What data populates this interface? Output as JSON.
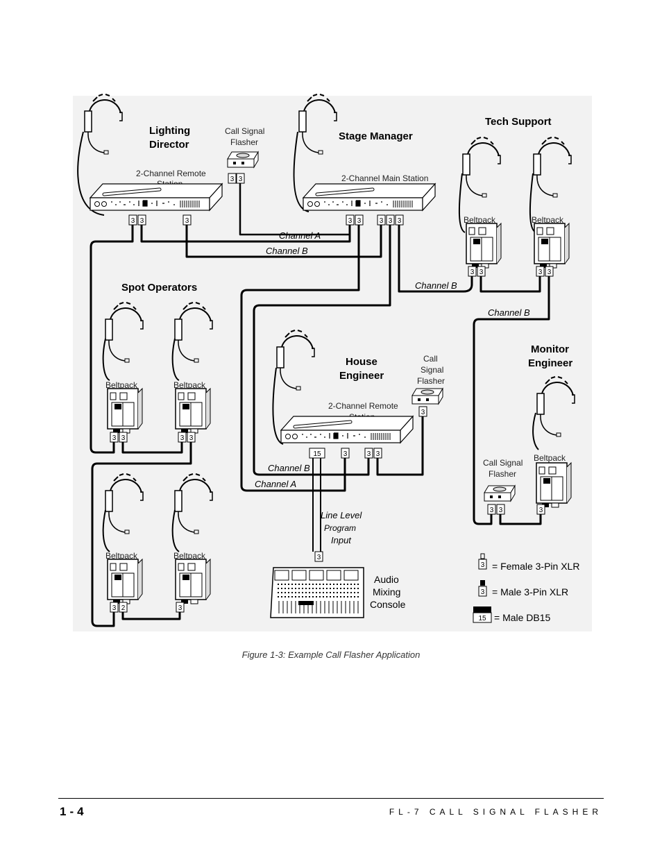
{
  "figure": {
    "labels": {
      "lighting_director": [
        "Lighting",
        "Director"
      ],
      "stage_manager": "Stage Manager",
      "tech_support": "Tech Support",
      "spot_operators": "Spot Operators",
      "house_engineer": [
        "House",
        "Engineer"
      ],
      "monitor_engineer": [
        "Monitor",
        "Engineer"
      ],
      "call_signal_flasher_a": [
        "Call Signal",
        "Flasher"
      ],
      "call_signal_flasher_b": [
        "Call",
        "Signal",
        "Flasher"
      ],
      "call_signal_flasher_c": [
        "Call Signal",
        "Flasher"
      ],
      "remote_station": [
        "2-Channel Remote",
        "Station"
      ],
      "main_station": "2-Channel Main Station",
      "beltpack": "Beltpack",
      "channel_a": "Channel A",
      "channel_b": "Channel B",
      "line_level": "Line Level",
      "program": "Program",
      "input": "Input",
      "audio_mixing_console": [
        "Audio",
        "Mixing",
        "Console"
      ]
    },
    "connector_numbers": {
      "three": "3",
      "two": "2",
      "fifteen": "15"
    },
    "legend": [
      {
        "symbol": "3",
        "text": "= Female 3-Pin XLR"
      },
      {
        "symbol": "3",
        "text": "= Male 3-Pin XLR"
      },
      {
        "symbol": "15",
        "text": "= Male DB15"
      }
    ],
    "caption": "Figure 1-3: Example Call Flasher Application"
  },
  "footer": {
    "page_number": "1-4",
    "running_title": "FL-7 CALL SIGNAL FLASHER"
  }
}
